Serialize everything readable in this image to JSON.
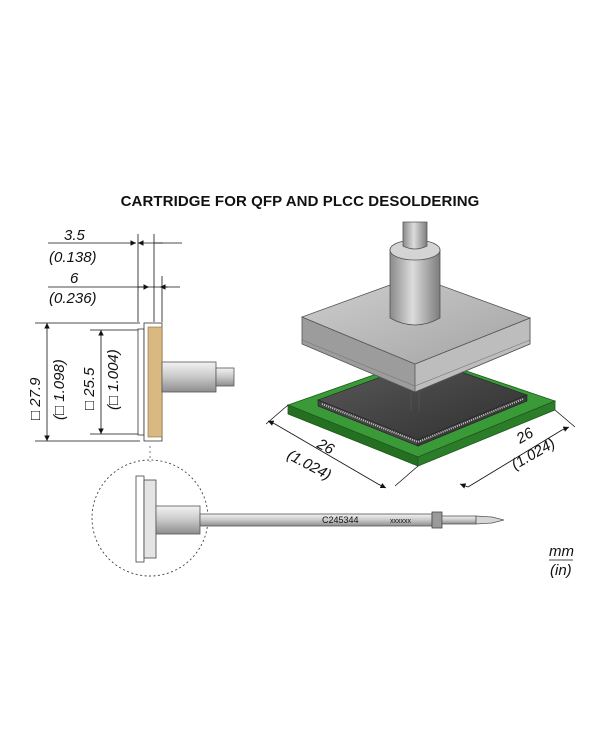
{
  "title": "CARTRIDGE FOR QFP AND PLCC DESOLDERING",
  "dimensions": {
    "tip_thickness_mm": "3.5",
    "tip_thickness_in": "(0.138)",
    "flange_mm": "6",
    "flange_in": "(0.236)",
    "outer_size_mm": "□ 27.9",
    "outer_size_in": "(□ 1.098)",
    "inner_size_mm": "□ 25.5",
    "inner_size_in": "(□ 1.004)",
    "length_left_mm": "26",
    "length_left_in": "(1.024)",
    "length_right_mm": "26",
    "length_right_in": "(1.024)"
  },
  "cartridge": {
    "part_number": "C245344",
    "serial": "xxxxxx"
  },
  "units": {
    "primary": "mm",
    "secondary": "(in)"
  },
  "colors": {
    "pcb_green": "#2f8a2e",
    "tip_body": "#b7b7b7",
    "flange_brass": "#d9b882"
  }
}
